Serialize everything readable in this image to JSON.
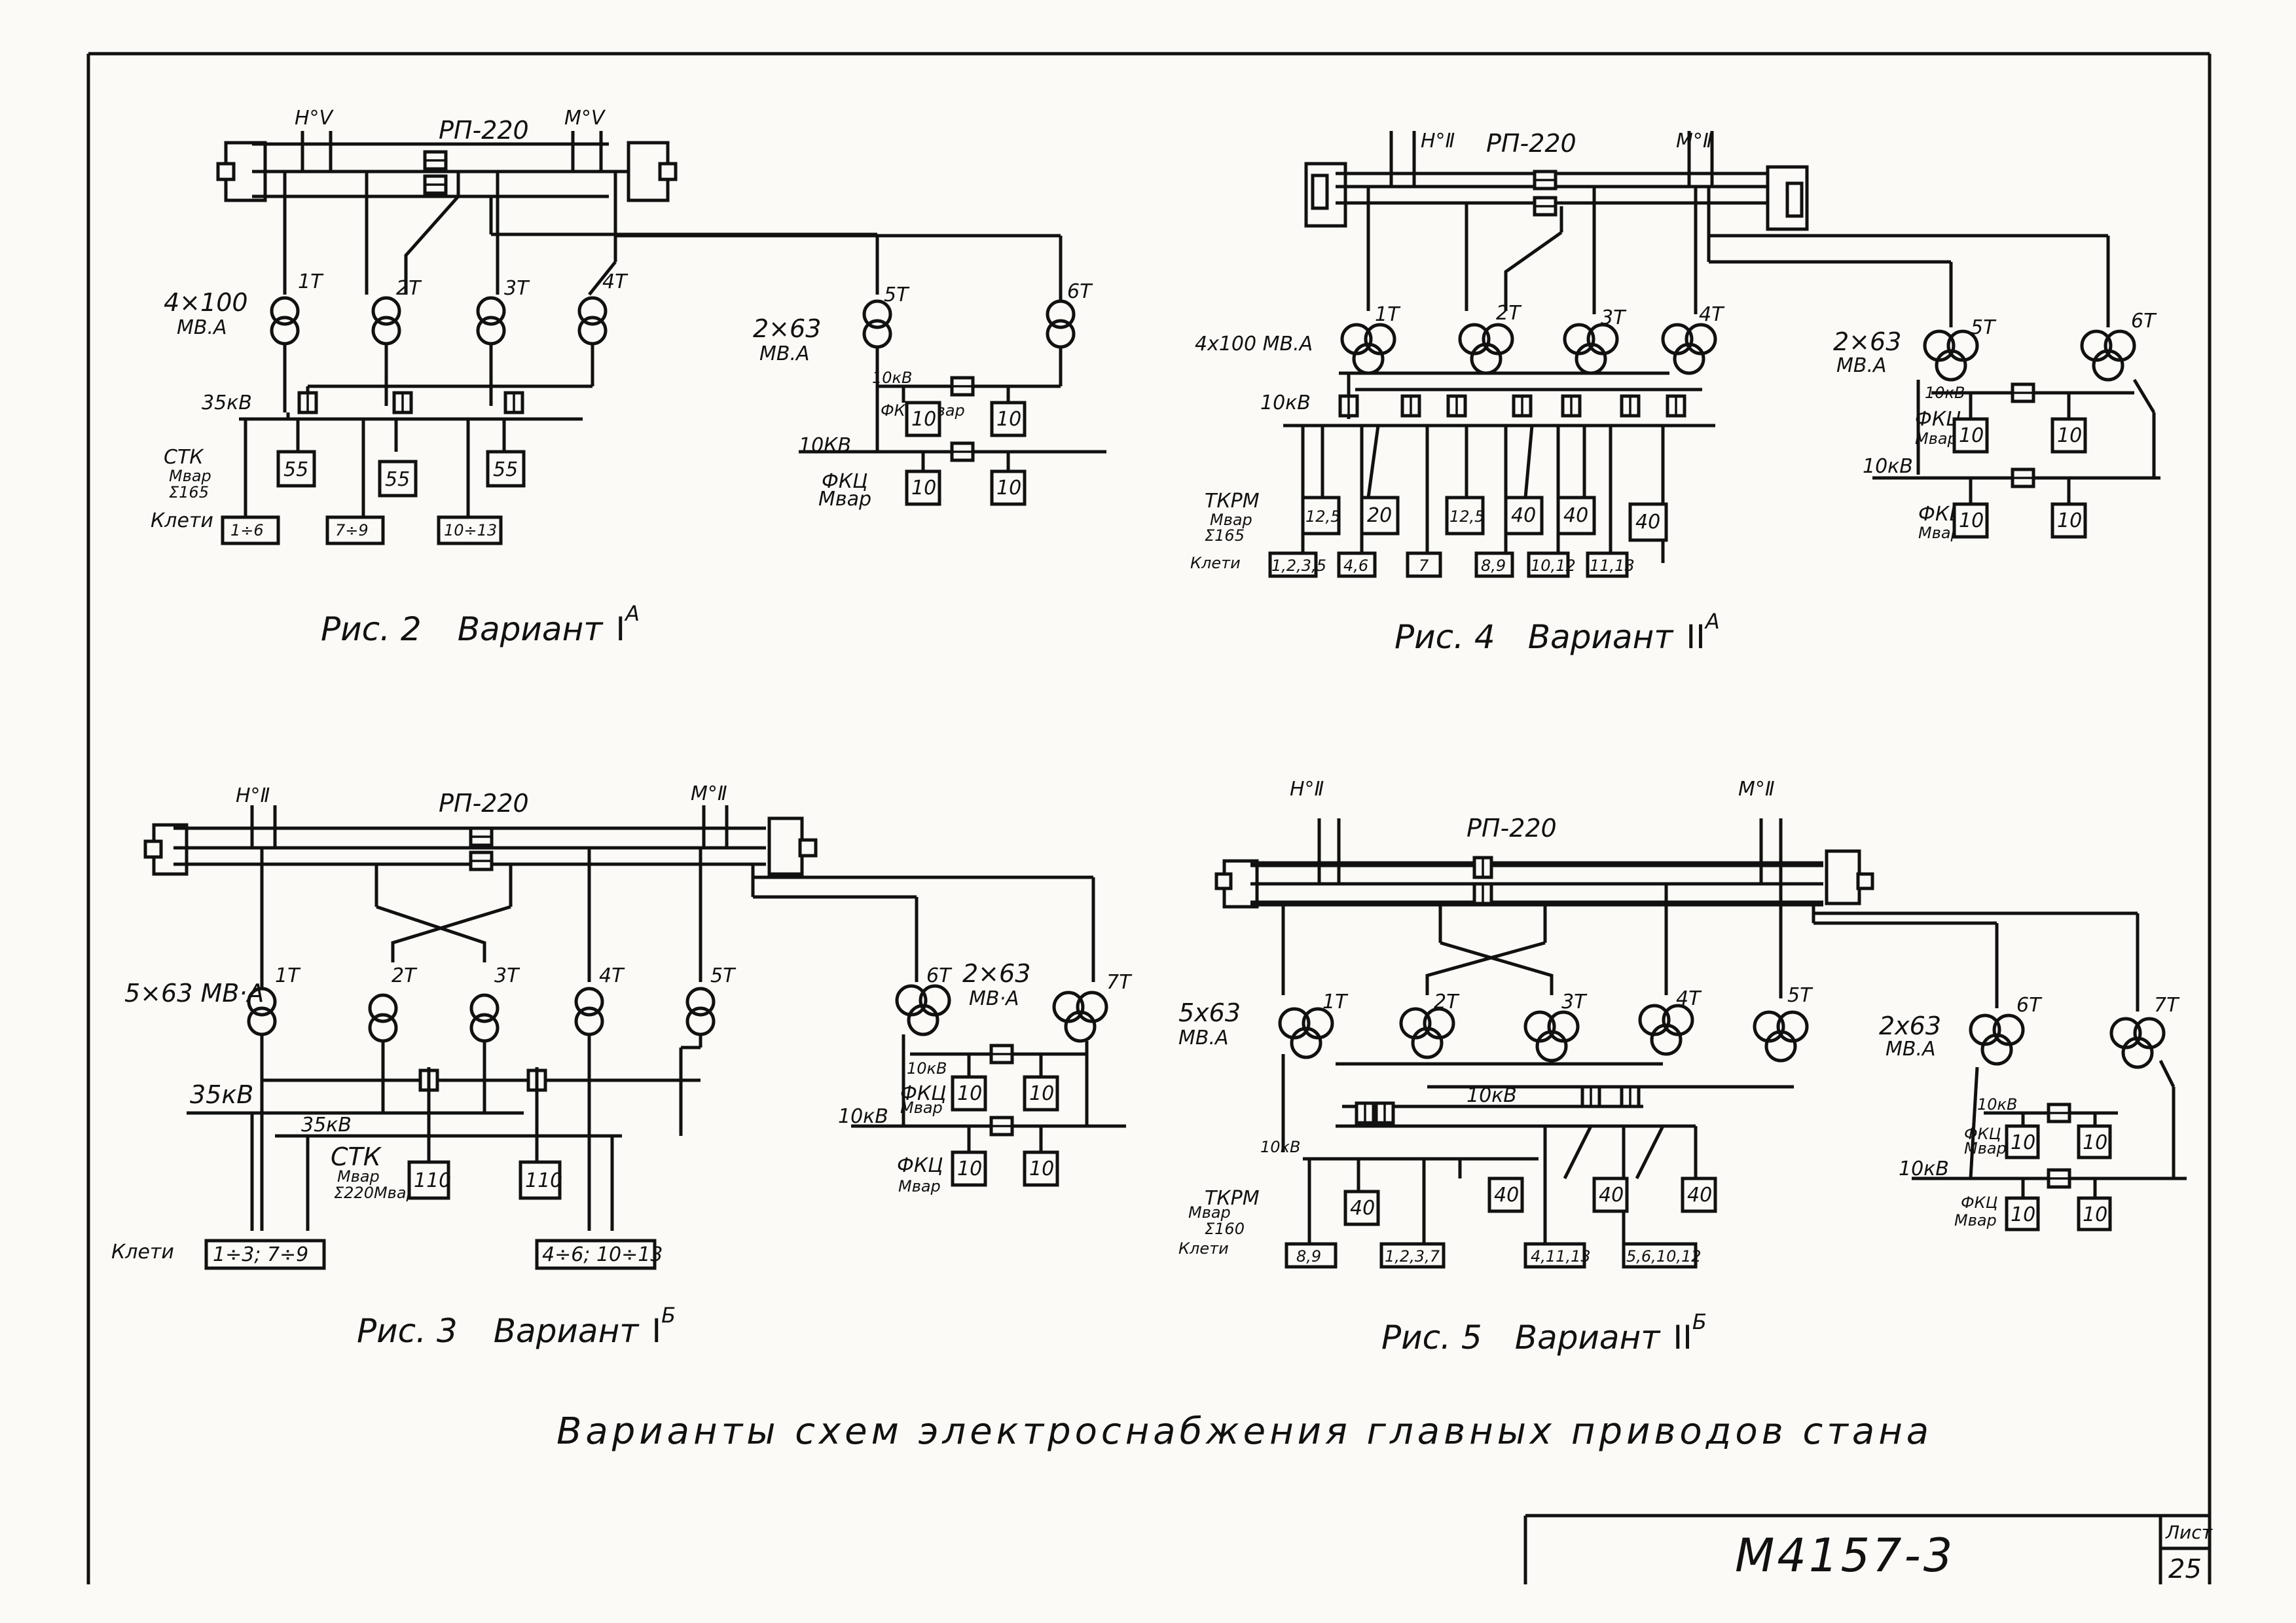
{
  "title": "Варианты схем электроснабжения главных приводов стана",
  "stamp": {
    "doc": "М4157-3",
    "sheet_label": "Лист",
    "sheet": "25"
  },
  "fig2": {
    "caption": "Рис. 2",
    "variant": "Вариант",
    "roman": "I",
    "sup": "А",
    "bus": "РП-220",
    "feeder_l": "Н°Ⅴ",
    "feeder_r": "М°Ⅴ",
    "rating_l1": "4×100",
    "rating_l2": "МВ.А",
    "rating_r1": "2×63",
    "rating_r2": "МВ.А",
    "transformers": [
      "1Т",
      "2Т",
      "3Т",
      "4Т",
      "5Т",
      "6Т"
    ],
    "v35": "35кВ",
    "v10a": "10кВ",
    "v10b": "10КВ",
    "stk_1": "СТК",
    "stk_2": "Мвар",
    "stk_3": "Σ165",
    "fkc_small": "ФКЦ Мвар",
    "fkc_1": "ФКЦ",
    "fkc_2": "Мвар",
    "stands_label": "Клети",
    "stk_values": [
      "55",
      "55",
      "55"
    ],
    "fkc_values": [
      "10",
      "10",
      "10",
      "10"
    ],
    "stands": [
      "1÷6",
      "7÷9",
      "10÷13"
    ]
  },
  "fig4": {
    "caption": "Рис. 4",
    "variant": "Вариант",
    "roman": "II",
    "sup": "А",
    "bus": "РП-220",
    "feeder_l": "Н°Ⅱ",
    "feeder_r": "М°Ⅱ",
    "rating_l": "4х100 МВ.А",
    "rating_r1": "2×63",
    "rating_r2": "МВ.А",
    "transformers": [
      "1Т",
      "2Т",
      "3Т",
      "4Т",
      "5Т",
      "6Т"
    ],
    "v10a": "10кВ",
    "v10b": "10кВ",
    "v10c": "10кВ",
    "tkrm_1": "ТКРМ",
    "tkrm_2": "Мвар",
    "tkrm_3": "Σ165",
    "stands_label": "Клети",
    "fkc_a1": "ФКЦ",
    "fkc_a2": "Мвар",
    "fkc_b1": "ФКЦ",
    "fkc_b2": "Мвар",
    "tkrm_values": [
      "12,5",
      "20",
      "12,5",
      "40",
      "40",
      "40"
    ],
    "fkc_values": [
      "10",
      "10",
      "10",
      "10"
    ],
    "stands": [
      "1,2,3,5",
      "4,6",
      "7",
      "8,9",
      "10,12",
      "11,13"
    ]
  },
  "fig3": {
    "caption": "Рис. 3",
    "variant": "Вариант",
    "roman": "I",
    "sup": "Б",
    "bus": "РП-220",
    "feeder_l": "Н°Ⅱ",
    "feeder_r": "М°Ⅱ",
    "rating_l": "5×63 МВ·А",
    "rating_r1": "2×63",
    "rating_r2": "МВ·А",
    "transformers": [
      "1Т",
      "2Т",
      "3Т",
      "4Т",
      "5Т",
      "6Т",
      "7Т"
    ],
    "v35a": "35кВ",
    "v35b": "35кВ",
    "v10a": "10кВ",
    "v10b": "10кВ",
    "stk_1": "СТК",
    "stk_2": "Мвар",
    "stk_3": "Σ220Мвар",
    "fkc_a1": "ФКЦ",
    "fkc_a2": "Мвар",
    "fkc_b1": "ФКЦ",
    "fkc_b2": "Мвар",
    "stands_label": "Клети",
    "stk_values": [
      "110",
      "110"
    ],
    "fkc_values": [
      "10",
      "10",
      "10",
      "10"
    ],
    "stands": [
      "1÷3; 7÷9",
      "4÷6; 10÷13"
    ]
  },
  "fig5": {
    "caption": "Рис. 5",
    "variant": "Вариант",
    "roman": "II",
    "sup": "Б",
    "bus": "РП-220",
    "feeder_l": "Н°Ⅱ",
    "feeder_r": "М°Ⅱ",
    "rating_l1": "5х63",
    "rating_l2": "МВ.А",
    "rating_r1": "2х63",
    "rating_r2": "МВ.А",
    "transformers": [
      "1Т",
      "2Т",
      "3Т",
      "4Т",
      "5Т",
      "6Т",
      "7Т"
    ],
    "v10a": "10кВ",
    "v10b": "10кВ",
    "v10c": "10кВ",
    "v10d": "10кВ",
    "tkrm_1": "ТКРМ",
    "tkrm_2": "Мвар",
    "tkrm_3": "Σ160",
    "stands_label": "Клети",
    "fkc_a1": "ФКЦ",
    "fkc_a2": "Мвар",
    "fkc_b1": "ФКЦ",
    "fkc_b2": "Мвар",
    "tkrm_values": [
      "40",
      "40",
      "40",
      "40"
    ],
    "fkc_values": [
      "10",
      "10",
      "10",
      "10"
    ],
    "stands": [
      "8,9",
      "1,2,3,7",
      "4,11,13",
      "5,6,10,12"
    ]
  }
}
